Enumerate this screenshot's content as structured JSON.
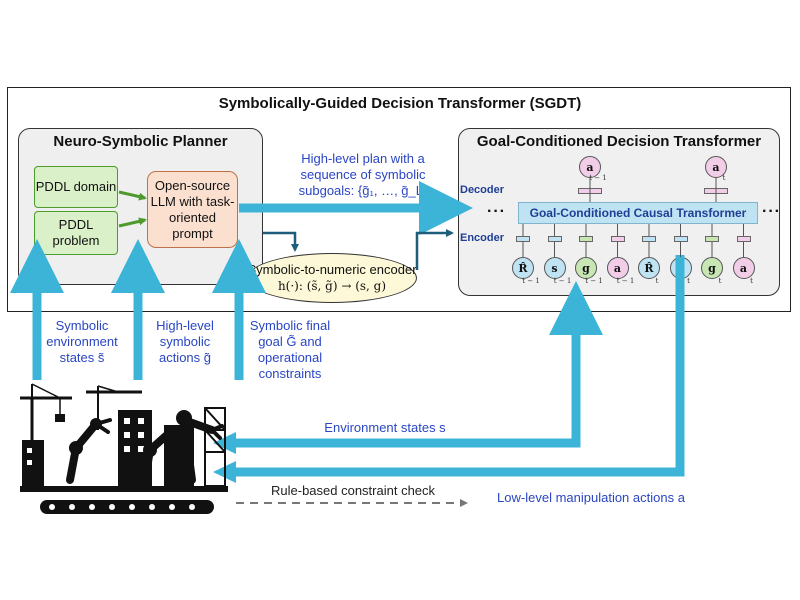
{
  "diagram": {
    "title": "Symbolically-Guided Decision Transformer (SGDT)",
    "planner": {
      "title": "Neuro-Symbolic Planner",
      "pddl_domain": "PDDL domain",
      "pddl_problem": "PDDL problem",
      "llm": "Open-source LLM with task-oriented prompt"
    },
    "plan_text": {
      "line1": "High-level plan with a",
      "line2": "sequence of symbolic",
      "line3": "subgoals: {g̃₁, …, g̃_L}"
    },
    "encoder": {
      "label": "Symbolic-to-numeric encoder",
      "formula": "h(·): (s̃, g̃) → (s, g)"
    },
    "dt": {
      "title": "Goal-Conditioned Decision Transformer",
      "decoder_label": "Decoder",
      "encoder_label": "Encoder",
      "causal": "Goal-Conditioned Causal Transformer",
      "ellipsis": "···",
      "tokens": [
        {
          "sym": "R̂",
          "sub": "t − 1",
          "color": "#bfe3f3"
        },
        {
          "sym": "s",
          "sub": "t − 1",
          "color": "#bfe3f3"
        },
        {
          "sym": "g",
          "sub": "t − 1",
          "color": "#c8e6b4"
        },
        {
          "sym": "a",
          "sub": "t − 1",
          "color": "#f2cde8"
        },
        {
          "sym": "R̂",
          "sub": "t",
          "color": "#bfe3f3"
        },
        {
          "sym": "s",
          "sub": "t",
          "color": "#bfe3f3"
        },
        {
          "sym": "g",
          "sub": "t",
          "color": "#c8e6b4"
        },
        {
          "sym": "a",
          "sub": "t",
          "color": "#f2cde8"
        }
      ],
      "outputs": [
        {
          "sym": "a",
          "sub": "t − 1"
        },
        {
          "sym": "a",
          "sub": "t"
        }
      ]
    },
    "labels": {
      "env_states_sym_1": "Symbolic",
      "env_states_sym_2": "environment",
      "env_states_sym_3": "states s̃",
      "actions_sym_1": "High-level",
      "actions_sym_2": "symbolic",
      "actions_sym_3": "actions g̃",
      "final_goal_1": "Symbolic final",
      "final_goal_2": "goal G̃ and",
      "final_goal_3": "operational",
      "final_goal_4": "constraints",
      "env_states": "Environment states s",
      "rule_check": "Rule-based constraint check",
      "low_level": "Low-level manipulation actions a"
    },
    "colors": {
      "arrow_blue": "#3cb4d8",
      "dark_teal": "#1f5e7a",
      "green": "#4e9a2c",
      "text_blue": "#2a46c4"
    }
  }
}
